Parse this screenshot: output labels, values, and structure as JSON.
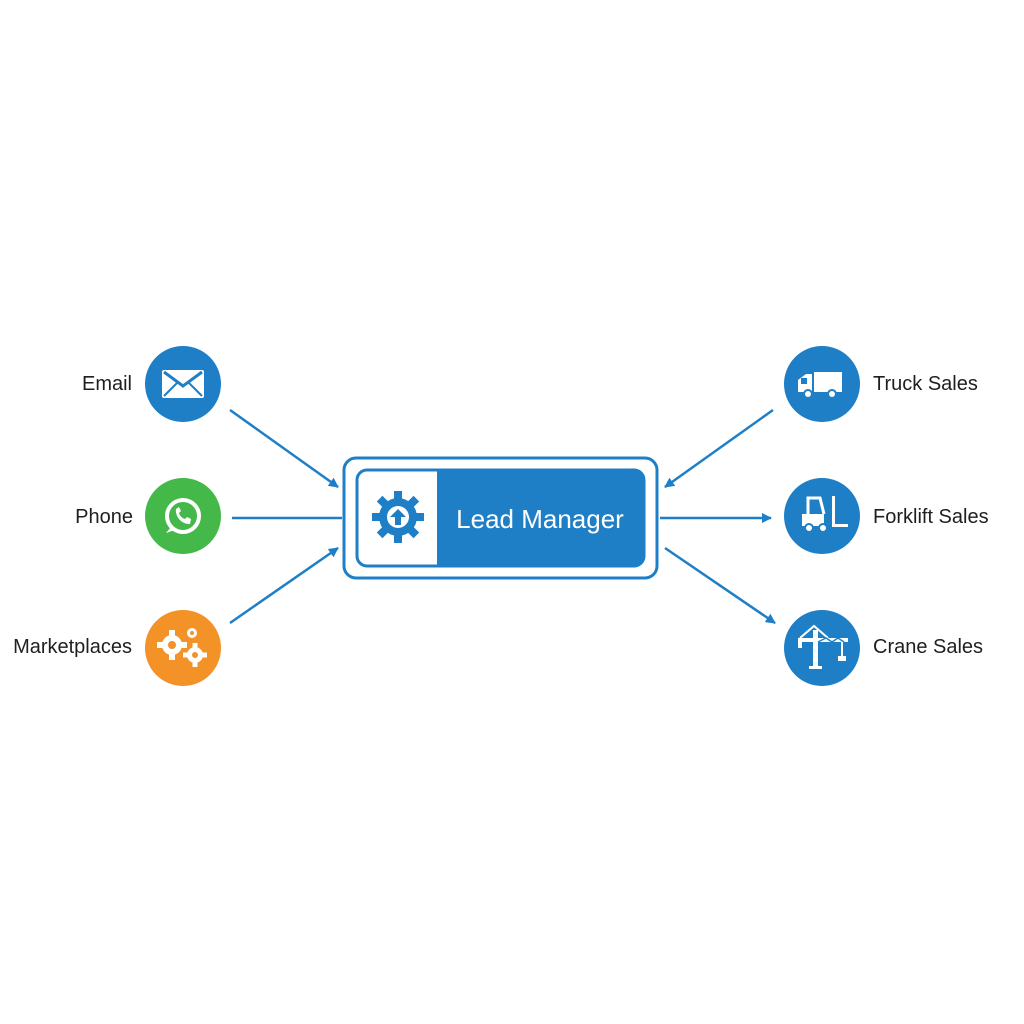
{
  "inputs": [
    {
      "label": "Email",
      "icon": "envelope-icon",
      "color": "#1f7fc6"
    },
    {
      "label": "Phone",
      "icon": "whatsapp-icon",
      "color": "#45b84a"
    },
    {
      "label": "Marketplaces",
      "icon": "gears-icon",
      "color": "#f29227"
    }
  ],
  "hub": {
    "title": "Lead Manager",
    "icon": "gear-upload-icon",
    "color": "#1f7fc6"
  },
  "outputs": [
    {
      "label": "Truck Sales",
      "icon": "truck-icon",
      "color": "#1f7fc6"
    },
    {
      "label": "Forklift Sales",
      "icon": "forklift-icon",
      "color": "#1f7fc6"
    },
    {
      "label": "Crane Sales",
      "icon": "crane-icon",
      "color": "#1f7fc6"
    }
  ],
  "arrow_color": "#1f7fc6"
}
